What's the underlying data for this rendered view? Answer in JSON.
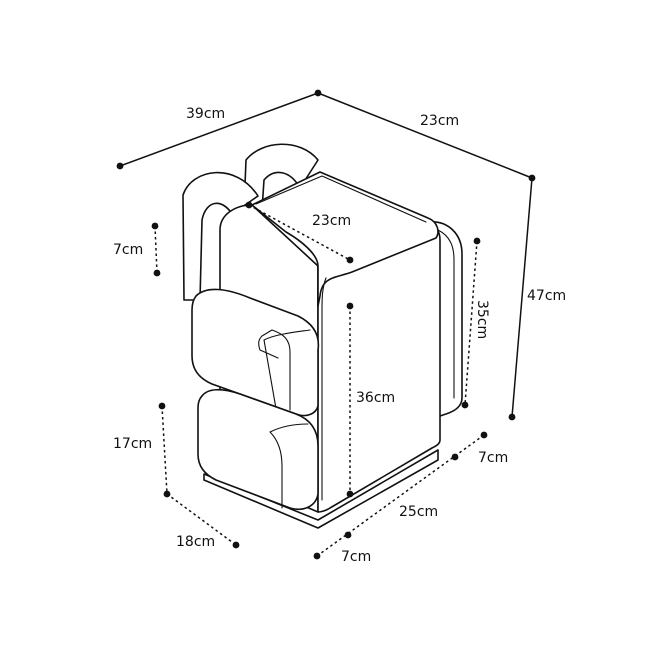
{
  "dimensions": {
    "overall_width": "39cm",
    "overall_depth": "23cm",
    "overall_height": "47cm",
    "top_depth": "23cm",
    "main_height": "36cm",
    "back_height": "35cm",
    "bottom_width": "25cm",
    "right_pocket_depth": "7cm",
    "front_pocket_depth": "7cm",
    "top_pocket_depth": "7cm",
    "lower_pocket_height": "17cm",
    "lower_pocket_width": "18cm"
  },
  "colors": {
    "line": "#111111",
    "background": "#ffffff"
  }
}
